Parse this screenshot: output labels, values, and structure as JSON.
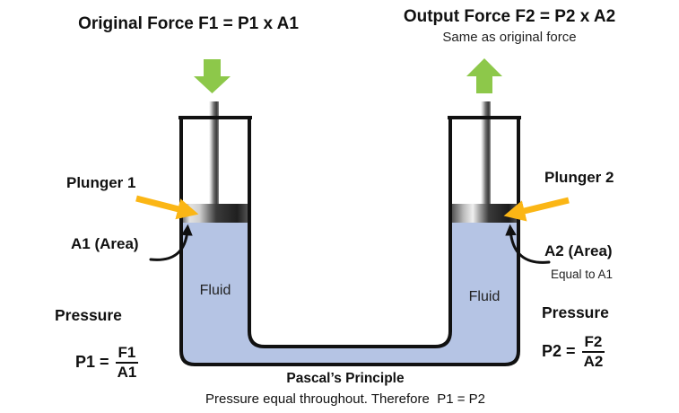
{
  "colors": {
    "fluid": "#b5c4e4",
    "green_arrow": "#8dc84a",
    "yellow_arrow": "#fbb615",
    "outline": "#111111"
  },
  "titles": {
    "left": "Original Force F1 = P1 x A1",
    "right": "Output Force F2 = P2 x A2",
    "right_sub": "Same as original force"
  },
  "labels": {
    "plunger1": "Plunger 1",
    "a1": "A1 (Area)",
    "plunger2": "Plunger 2",
    "a2": "A2 (Area)",
    "a2_note": "Equal to A1",
    "fluid_left": "Fluid",
    "fluid_right": "Fluid",
    "pressure_left": "Pressure",
    "pressure_right": "Pressure"
  },
  "formulas": {
    "p1": {
      "lhs": "P1 =",
      "num": "F1",
      "den": "A1"
    },
    "p2": {
      "lhs": "P2 =",
      "num": "F2",
      "den": "A2"
    }
  },
  "caption": {
    "title": "Pascal’s Principle",
    "subtitle": "Pressure equal throughout. Therefore  P1 = P2"
  }
}
